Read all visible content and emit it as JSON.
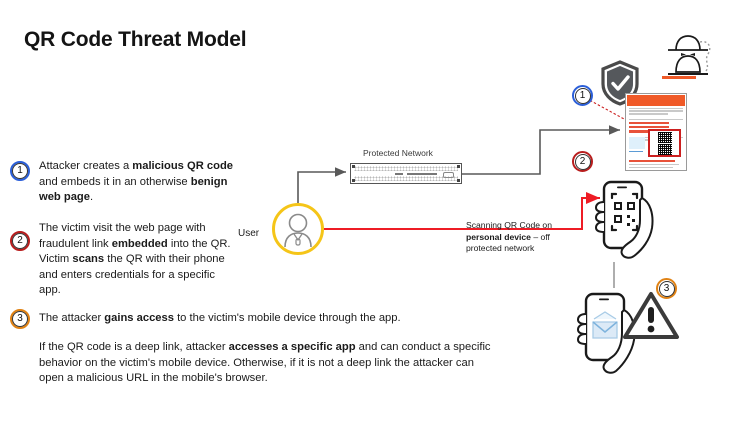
{
  "page": {
    "title": "QR Code Threat Model",
    "background": "#ffffff"
  },
  "colors": {
    "step1": "#2b5fd9",
    "step2": "#b81d1d",
    "step3": "#e08214",
    "user_ring": "#f5c518",
    "attack_path": "#ee1c25",
    "normal_path": "#595959",
    "page_header": "#f05a28",
    "qr_highlight": "#cc1f1f"
  },
  "steps": [
    {
      "number": "1",
      "marker_color": "#2b5fd9",
      "text_html": "Attacker creates a <b>malicious QR code</b> and embeds it in an otherwise <b>benign web page</b>.",
      "text_plain": "Attacker creates a malicious QR code and embeds it in an otherwise benign web page."
    },
    {
      "number": "2",
      "marker_color": "#b81d1d",
      "text_html": "The victim visit the web page with fraudulent link <b>embedded</b> into the QR. Victim <b>scans</b> the QR with their phone and enters credentials for a specific app.",
      "text_plain": "The victim visit the web page with fraudulent link embedded into the QR. Victim scans the QR with their phone and enters credentials for a specific app."
    },
    {
      "number": "3",
      "marker_color": "#e08214",
      "text_html": "The attacker <b>gains access</b> to the victim's mobile device through the app.",
      "text_plain": "The attacker gains access to the victim's mobile device through the app."
    }
  ],
  "closing_paragraph": {
    "text_html": "If the QR code is a deep link, attacker <b>accesses a specific app</b> and can conduct a specific behavior on the victim's mobile device. Otherwise, if it is not a deep link the attacker can open a malicious URL in the mobile's browser.",
    "text_plain": "If the QR code is a deep link, attacker accesses a specific app and can conduct a specific behavior on the victim's mobile device. Otherwise, if it is not a deep link the attacker can open a malicious URL in the mobile's browser."
  },
  "diagram": {
    "user_label": "User",
    "user_icon": "person-icon",
    "network_label": "Protected Network",
    "network_icon": "firewall-appliance-icon",
    "scan_note_html": "Scanning QR Code on <b>personal device</b> &ndash; off protected network",
    "scan_note_plain": "Scanning QR Code on personal device – off protected network",
    "markers": [
      {
        "number": "1",
        "color": "#2b5fd9",
        "name": "diagram-marker-1"
      },
      {
        "number": "2",
        "color": "#b81d1d",
        "name": "diagram-marker-2"
      },
      {
        "number": "3",
        "color": "#e08214",
        "name": "diagram-marker-3"
      }
    ],
    "icons": {
      "shield": "shield-check-icon",
      "hacker": "hacker-figure-icon",
      "webpage": "webpage-thumbnail-with-qr",
      "phone_qr": "hand-holding-phone-qr-icon",
      "phone_mail": "hand-holding-phone-mail-icon",
      "warning": "warning-triangle-icon"
    }
  }
}
